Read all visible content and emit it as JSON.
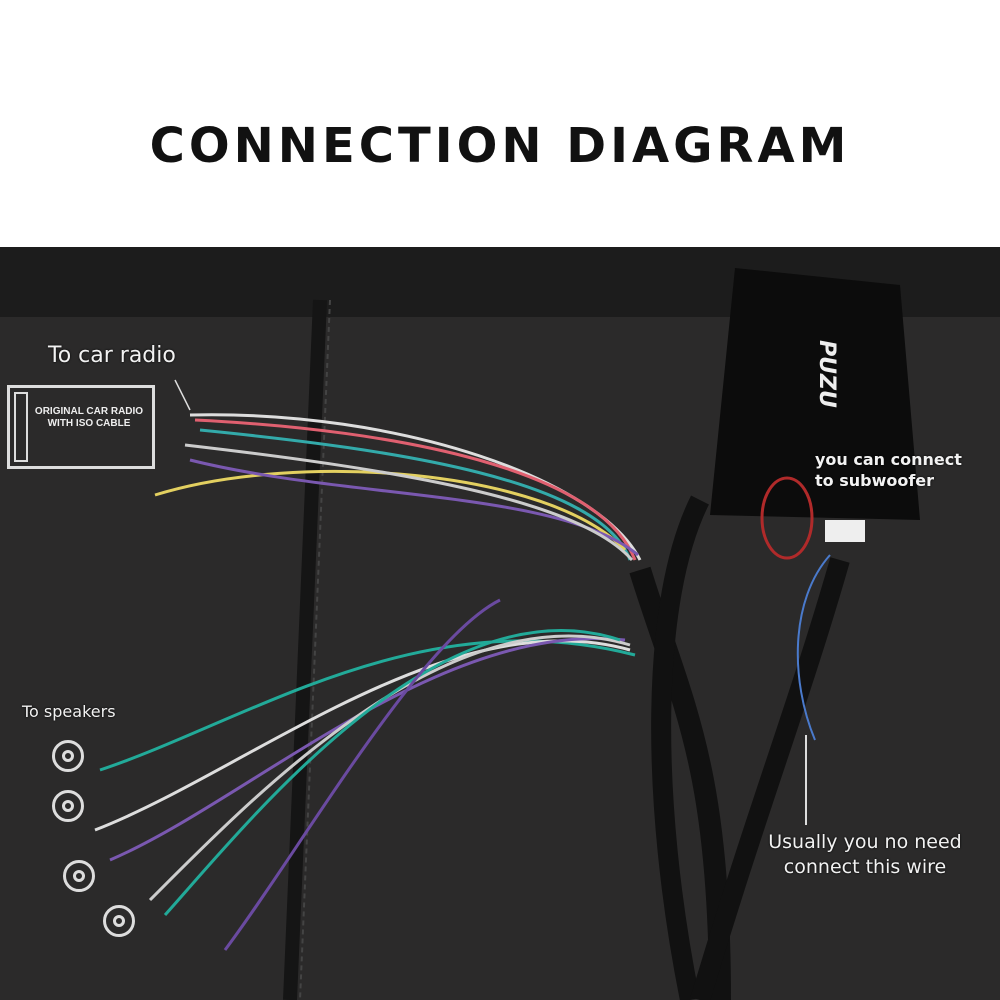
{
  "title": "CONNECTION DIAGRAM",
  "labels": {
    "to_car_radio": "To car radio",
    "radio_box": "ORIGINAL CAR RADIO WITH ISO CABLE",
    "to_speakers": "To speakers",
    "subwoofer": "you can connect to subwoofer",
    "no_need": "Usually you no need connect this wire",
    "brand": "PUZU"
  },
  "colors": {
    "highlight_circle": "#b02a2a",
    "background": "#2b2a2a"
  }
}
